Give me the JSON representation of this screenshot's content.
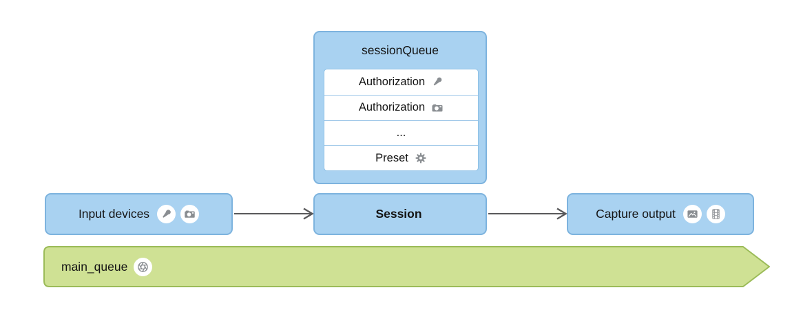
{
  "diagram": {
    "session_queue": {
      "title": "sessionQueue",
      "rows": [
        {
          "label": "Authorization",
          "icon": "microphone-icon"
        },
        {
          "label": "Authorization",
          "icon": "camera-icon"
        },
        {
          "label": "...",
          "icon": ""
        },
        {
          "label": "Preset",
          "icon": "gear-icon"
        }
      ]
    },
    "pipeline": {
      "input_devices": {
        "label": "Input devices",
        "icons": [
          "microphone-icon",
          "camera-icon"
        ]
      },
      "session": {
        "label": "Session"
      },
      "capture_output": {
        "label": "Capture output",
        "icons": [
          "photo-icon",
          "film-icon"
        ]
      }
    },
    "main_queue": {
      "label": "main_queue",
      "icon": "shutter-icon"
    },
    "colors": {
      "box_fill": "#a9d2f1",
      "box_border": "#7db3de",
      "inner_border": "#8ec1e6",
      "row_divider": "#9cc6e8",
      "banner_fill": "#cfe194",
      "banner_border": "#9bbb58",
      "arrow": "#59595b",
      "icon_gray": "#8a8e92"
    }
  }
}
